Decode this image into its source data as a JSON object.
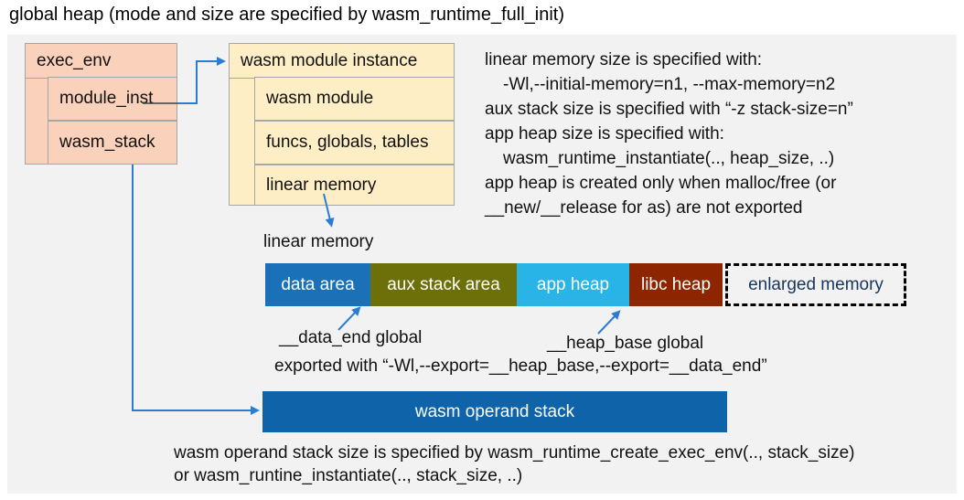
{
  "title": "global heap (mode and size are specified by wasm_runtime_full_init)",
  "exec_env_box": {
    "title": "exec_env",
    "rows": [
      {
        "label": "module_inst"
      },
      {
        "label": "wasm_stack"
      }
    ]
  },
  "module_instance_box": {
    "title": "wasm module instance",
    "rows": [
      {
        "label": "wasm module"
      },
      {
        "label": "funcs, globals, tables"
      },
      {
        "label": "linear memory"
      }
    ]
  },
  "memory_notes": {
    "lines": [
      {
        "text": "linear memory size is specified with:"
      },
      {
        "text": "-Wl,--initial-memory=n1, --max-memory=n2"
      },
      {
        "text": "aux stack size is specified with “-z stack-size=n”"
      },
      {
        "text": "app heap size is specified with:"
      },
      {
        "text": "wasm_runtime_instantiate(.., heap_size, ..)"
      },
      {
        "text": "app heap is created only when malloc/free (or"
      },
      {
        "text": "__new/__release for as) are not exported"
      }
    ]
  },
  "linear_memory": {
    "label": "linear memory",
    "segments": [
      {
        "name": "data-area",
        "label": "data area",
        "color": "#1b71b7"
      },
      {
        "name": "aux-stack-area",
        "label": "aux stack area",
        "color": "#6d7009"
      },
      {
        "name": "app-heap",
        "label": "app heap",
        "color": "#29b4e8"
      },
      {
        "name": "libc-heap",
        "label": "libc heap",
        "color": "#8c2500"
      }
    ],
    "enlarged": {
      "label": "enlarged memory",
      "text_color": "#17365d"
    }
  },
  "globals": {
    "data_end_label": "__data_end global",
    "heap_base_label": "__heap_base global",
    "export_note": "exported with “-Wl,--export=__heap_base,--export=__data_end”"
  },
  "operand_stack": {
    "label": "wasm operand stack",
    "color": "#0f63a8"
  },
  "footer": {
    "line1": "wasm operand stack size is specified by wasm_runtime_create_exec_env(.., stack_size)",
    "line2": "or wasm_runtine_instantiate(.., stack_size, ..)"
  },
  "colors": {
    "canvas_bg": "#f2f2f2",
    "arrow_blue": "#2b7cd3",
    "box_salmon": "#fad1bb",
    "box_cream": "#fdeec5",
    "box_border": "#a6a6a6"
  }
}
